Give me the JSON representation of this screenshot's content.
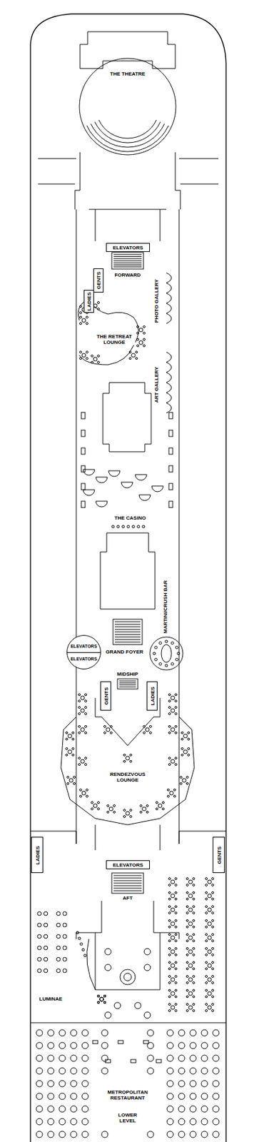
{
  "diagram": {
    "nodes": [
      {
        "text": [
          "ELEVATORS"
        ]
      },
      {
        "text": [
          "GENTS"
        ]
      },
      {
        "text": [
          "LADIES"
        ]
      },
      {
        "text": [
          "ELEVATORS",
          "ELEVATORS"
        ]
      },
      {
        "text": [
          "GENTS"
        ]
      },
      {
        "text": [
          "LADIES"
        ]
      },
      {
        "text": [
          "ELEVATORS"
        ]
      },
      {
        "text": [
          "LADIES"
        ]
      },
      {
        "text": [
          "GENTS"
        ]
      }
    ],
    "labels": [
      "THE THEATRE",
      "FORWARD",
      "PHOTO GALLERY",
      "THE RETREAT LOUNGE",
      "ART GALLERY",
      "THE CASINO",
      "MARTINI/CRUSH BAR",
      "GRAND FOYER",
      "MIDSHIP",
      "RENDEZVOUS LOUNGE",
      "AFT",
      "LUMINAE",
      "METROPOLITAN RESTAURANT",
      "LOWER LEVEL"
    ]
  }
}
